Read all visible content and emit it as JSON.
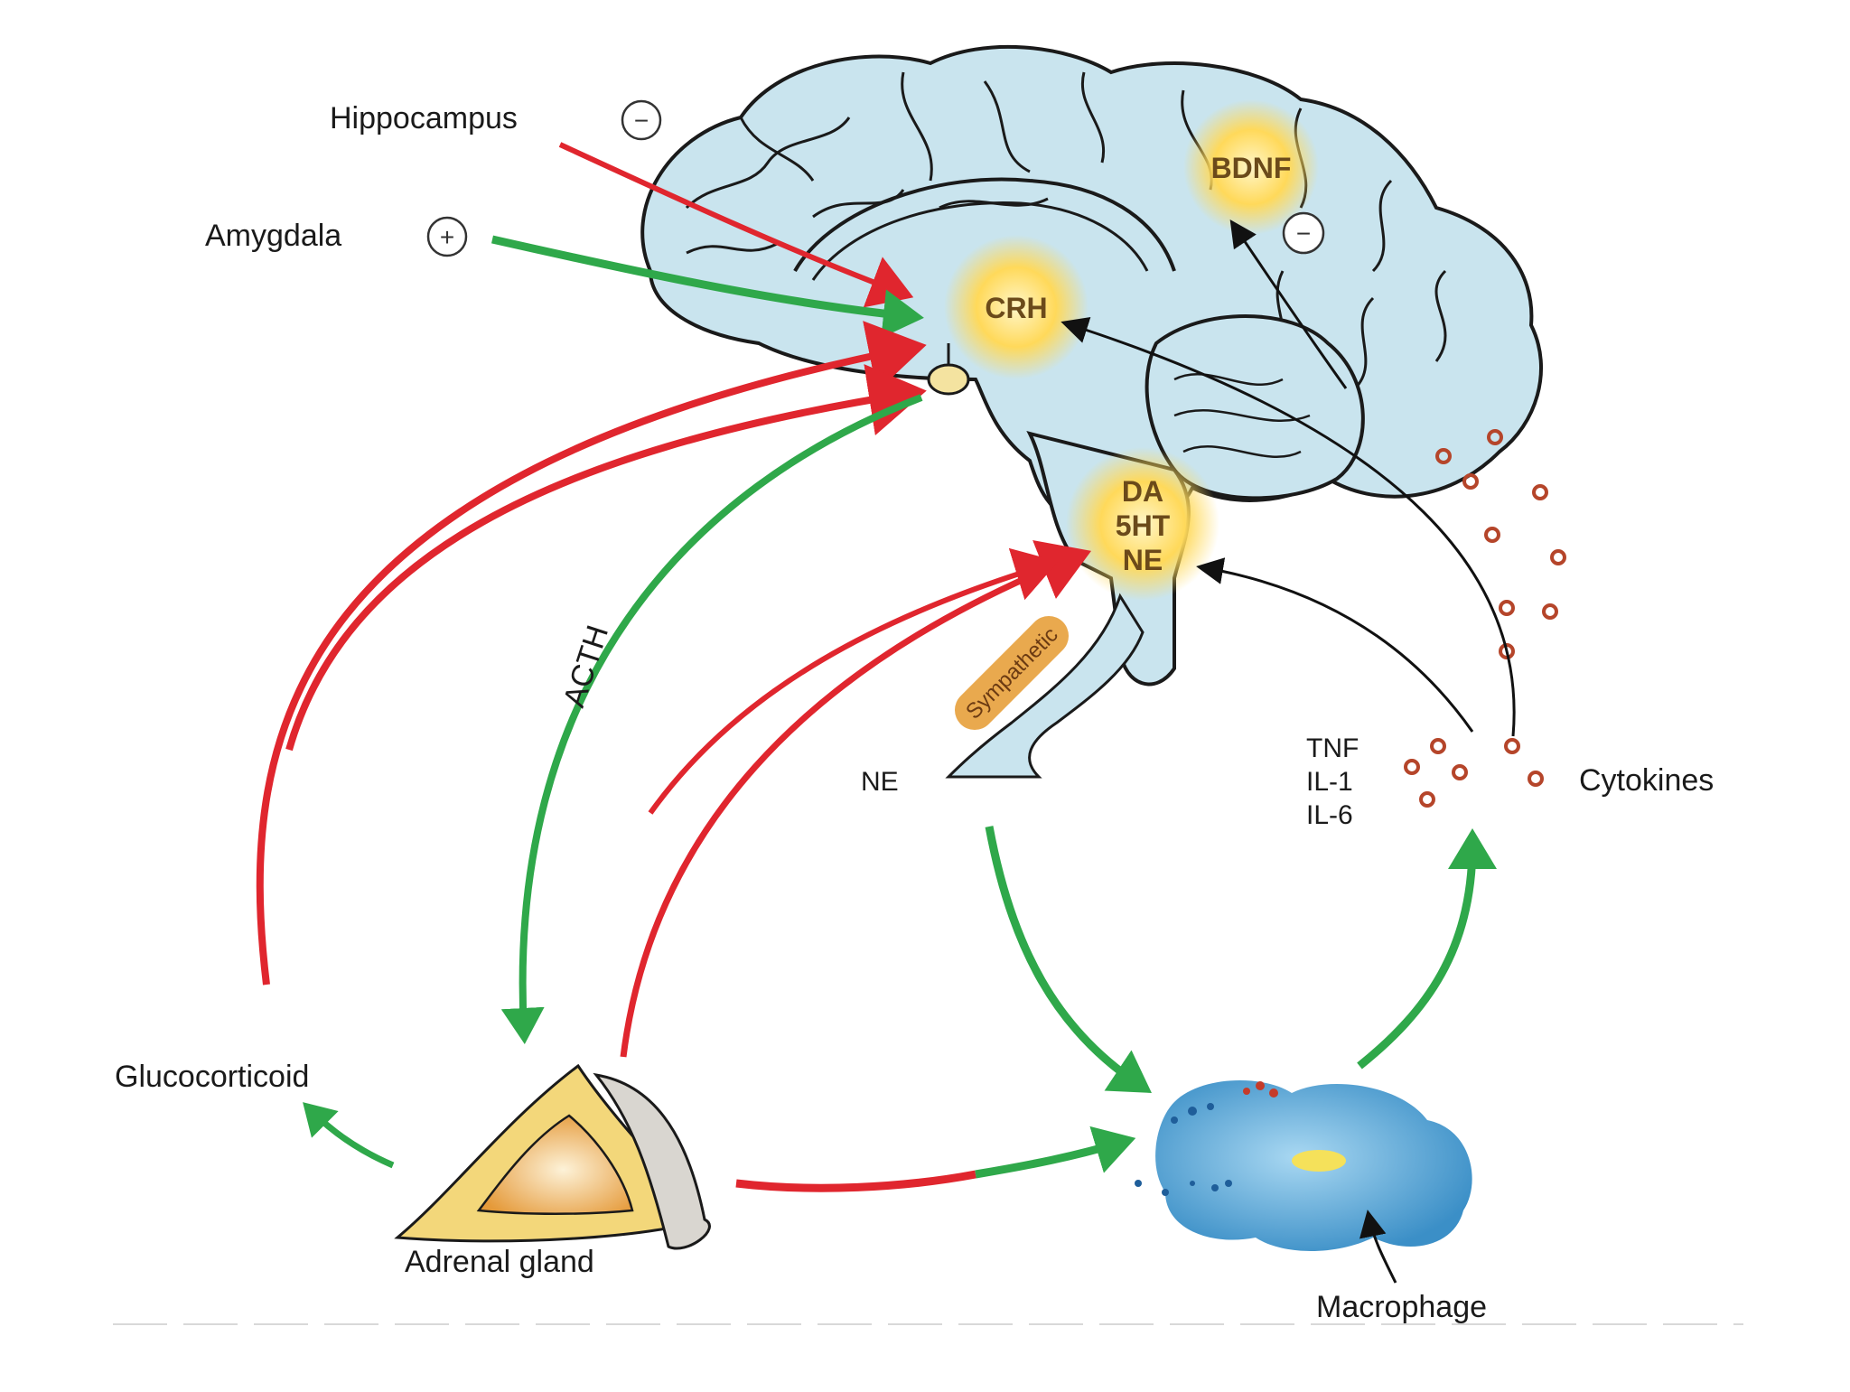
{
  "labels": {
    "hippocampus": "Hippocampus",
    "amygdala": "Amygdala",
    "bdnf": "BDNF",
    "crh": "CRH",
    "da": "DA",
    "5ht": "5HT",
    "ne_node": "NE",
    "acth": "ACTH",
    "sympathetic": "Sympathetic",
    "ne": "NE",
    "tnf": "TNF",
    "il1": "IL-1",
    "il6": "IL-6",
    "cytokines": "Cytokines",
    "glucocorticoid": "Glucocorticoid",
    "adrenal_gland": "Adrenal gland",
    "macrophage": "Macrophage"
  },
  "signs": {
    "hippocampus": "−",
    "amygdala": "+",
    "bdnf": "−"
  },
  "colors": {
    "inhibit": "#e0262e",
    "stimulate": "#2fa84a",
    "brain_fill": "#c9e4ee",
    "node_glow": "#ffd54a",
    "cytokine_dot": "#b5452a"
  }
}
